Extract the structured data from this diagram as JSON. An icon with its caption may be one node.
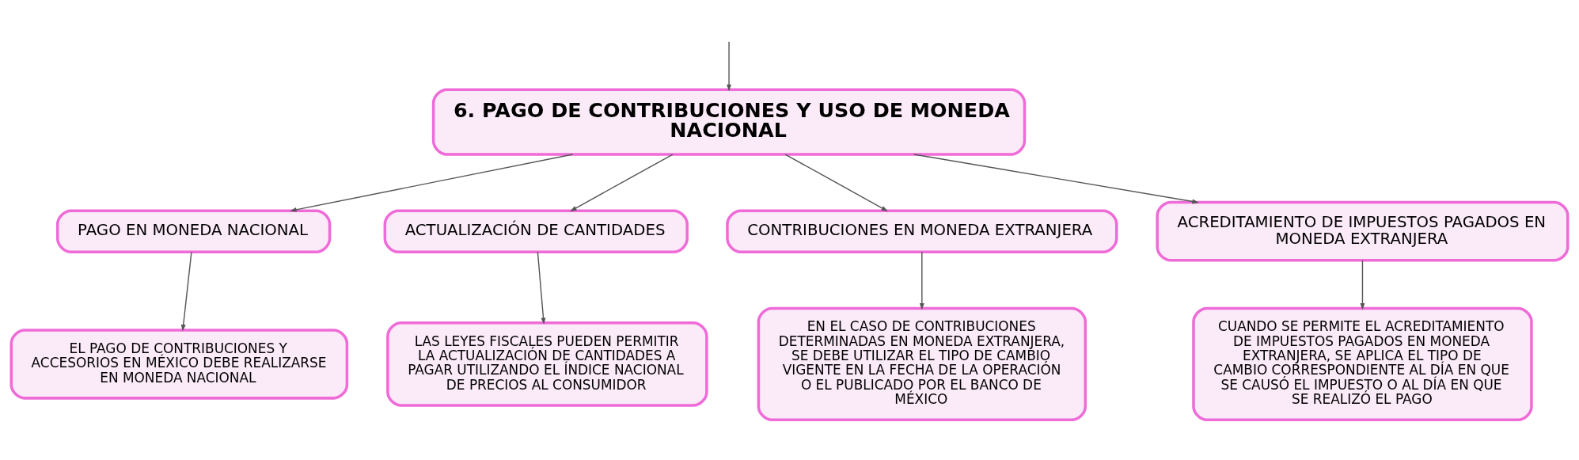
{
  "diagram": {
    "nodes": [
      {
        "text": [
          "6. PAGO DE CONTRIBUCIONES Y USO DE MONEDA NACIONAL"
        ]
      },
      {
        "text": [
          "PAGO EN MONEDA NACIONAL"
        ]
      },
      {
        "text": [
          "ACTUALIZACIÓN DE CANTIDADES"
        ]
      },
      {
        "text": [
          "CONTRIBUCIONES EN MONEDA EXTRANJERA"
        ]
      },
      {
        "text": [
          "ACREDITAMIENTO DE IMPUESTOS PAGADOS EN MONEDA EXTRANJERA"
        ]
      },
      {
        "text": [
          "EL PAGO DE CONTRIBUCIONES Y ACCESORIOS EN MÉXICO DEBE REALIZARSE EN MONEDA NACIONAL"
        ]
      },
      {
        "text": [
          "LAS LEYES FISCALES PUEDEN PERMITIR LA ACTUALIZACIÓN DE CANTIDADES A PAGAR UTILIZANDO EL ÍNDICE NACIONAL DE PRECIOS AL CONSUMIDOR"
        ]
      },
      {
        "text": [
          "EN EL CASO DE CONTRIBUCIONES DETERMINADAS EN MONEDA EXTRANJERA, SE DEBE UTILIZAR EL TIPO DE CAMBIO VIGENTE EN LA FECHA DE LA OPERACIÓN O EL PUBLICADO POR EL BANCO DE MÉXICO"
        ]
      },
      {
        "text": [
          "CUANDO SE PERMITE EL ACREDITAMIENTO DE IMPUESTOS PAGADOS EN MONEDA EXTRANJERA, SE APLICA EL TIPO DE CAMBIO CORRESPONDIENTE AL DÍA EN QUE SE CAUSÓ EL IMPUESTO O AL DÍA EN QUE SE REALIZÓ EL PAGO"
        ]
      }
    ],
    "edges": [
      {
        "from": null,
        "to": 0,
        "arrow": "to"
      },
      {
        "from": 0,
        "to": 1,
        "arrow": "to"
      },
      {
        "from": 0,
        "to": 2,
        "arrow": "to"
      },
      {
        "from": 0,
        "to": 3,
        "arrow": "to"
      },
      {
        "from": 0,
        "to": 4,
        "arrow": "to"
      },
      {
        "from": 1,
        "to": 5,
        "arrow": "to"
      },
      {
        "from": 2,
        "to": 6,
        "arrow": "to"
      },
      {
        "from": 3,
        "to": 7,
        "arrow": "to"
      },
      {
        "from": 4,
        "to": 8,
        "arrow": "to"
      }
    ]
  }
}
